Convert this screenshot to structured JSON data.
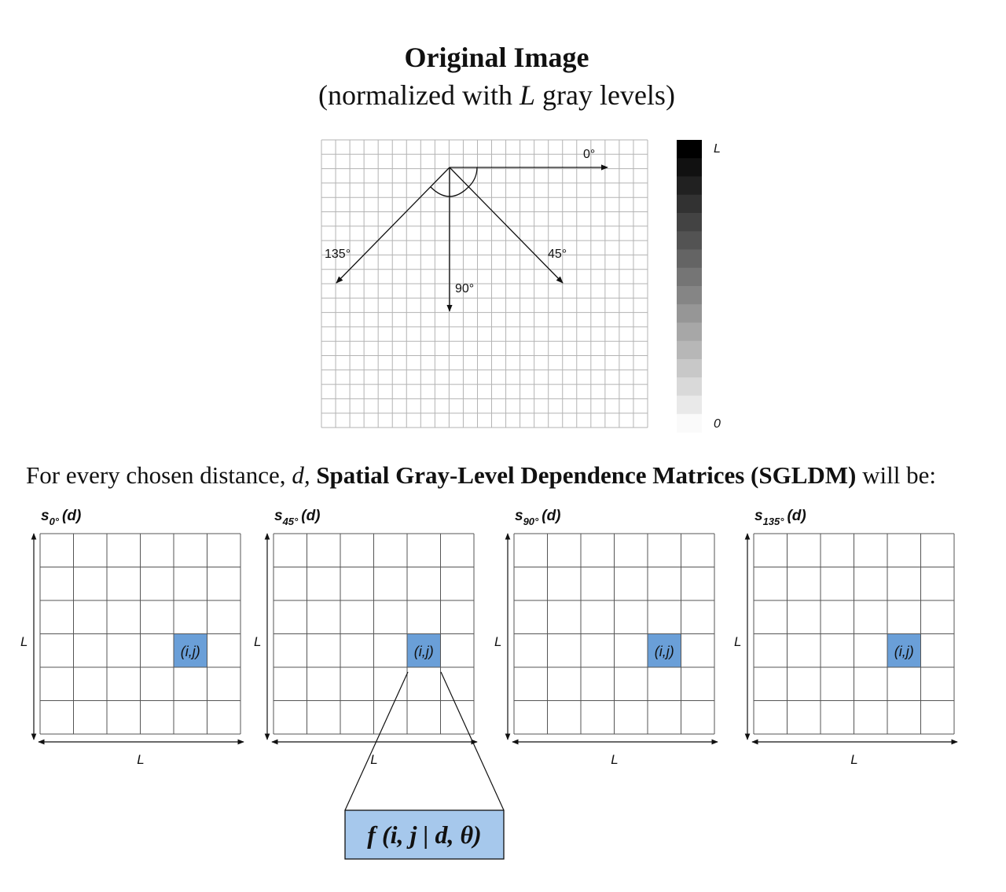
{
  "header": {
    "title": "Original Image",
    "subtitle_prefix": "(normalized with ",
    "subtitle_var": "L",
    "subtitle_suffix": " gray levels)"
  },
  "image": {
    "grid_cols": 23,
    "grid_rows": 20,
    "angles": [
      {
        "label": "0°",
        "degrees": 0
      },
      {
        "label": "45°",
        "degrees": 45
      },
      {
        "label": "90°",
        "degrees": 90
      },
      {
        "label": "135°",
        "degrees": 135
      }
    ]
  },
  "colorbar": {
    "top_label": "L",
    "bottom_label": "0",
    "levels": 16
  },
  "caption": {
    "prefix": "For every chosen distance, ",
    "distance_var": "d,",
    "bold": "Spatial Gray-Level Dependence Matrices (SGLDM)",
    "suffix": " will be:"
  },
  "matrices": [
    {
      "symbol": "s",
      "subscript": "0°",
      "arg": "(d)",
      "cell_label": "(i,j)",
      "side_label": "L",
      "bottom_label": "L"
    },
    {
      "symbol": "s",
      "subscript": "45°",
      "arg": "(d)",
      "cell_label": "(i,j)",
      "side_label": "L",
      "bottom_label": "L"
    },
    {
      "symbol": "s",
      "subscript": "90°",
      "arg": "(d)",
      "cell_label": "(i,j)",
      "side_label": "L",
      "bottom_label": "L"
    },
    {
      "symbol": "s",
      "subscript": "135°",
      "arg": "(d)",
      "cell_label": "(i,j)",
      "side_label": "L",
      "bottom_label": "L"
    }
  ],
  "matrix_grid": {
    "cols": 6,
    "rows": 6,
    "highlight_col": 4,
    "highlight_row": 3
  },
  "formula": {
    "text": "f (i, j | d, θ)"
  },
  "colors": {
    "highlight": "#6a9fd8",
    "formula_box": "#a6c8ec",
    "grid_line": "#b3b3b3",
    "matrix_line": "#555555"
  }
}
